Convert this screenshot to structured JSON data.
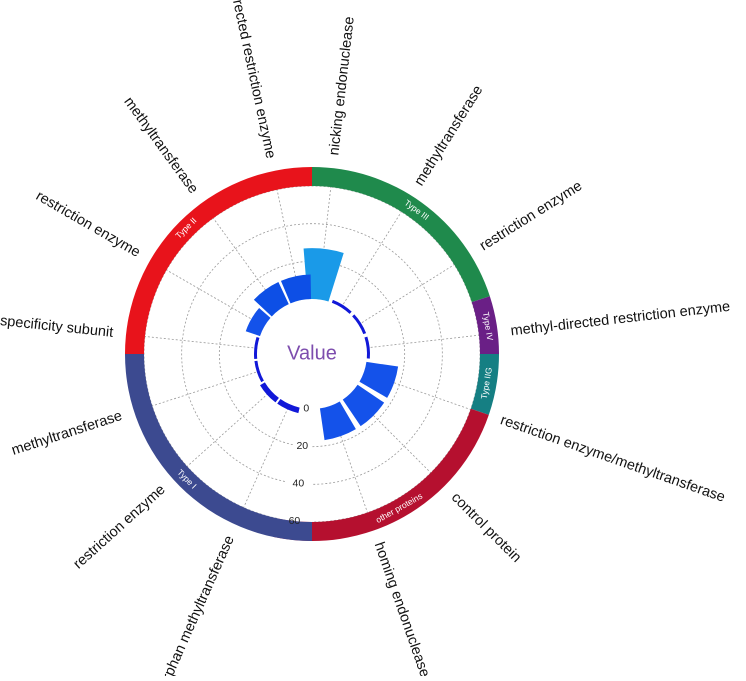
{
  "chart_data": {
    "type": "bar",
    "subtype": "circular-barplot",
    "center_label": "Value",
    "radial_axis": {
      "range": [
        0,
        60
      ],
      "ticks": [
        "0",
        "20",
        "40",
        "60"
      ]
    },
    "grid": true,
    "categories": [
      "nicking endonuclease",
      "methyltransferase",
      "restriction enzyme",
      "methyl-directed restriction enzyme",
      "restriction enzyme/methyltransferase",
      "control protein",
      "homing endonuclease",
      "orphan methyltransferase",
      "restriction enzyme",
      "methyltransferase",
      "specificity subunit",
      "restriction enzyme",
      "methyltransferase",
      "methyl-directed restriction enzyme"
    ],
    "values": [
      27,
      1,
      1,
      1,
      17,
      17,
      17,
      3,
      3,
      1,
      1,
      8,
      13,
      13
    ],
    "bar_colors": [
      "#1a9ae8",
      "#1118d8",
      "#1118d8",
      "#1118d8",
      "#1452ea",
      "#1452ea",
      "#1452ea",
      "#1118d8",
      "#1118d8",
      "#1118d8",
      "#1118d8",
      "#1452ea",
      "#0d4fe6",
      "#0d4fe6"
    ],
    "groups": [
      {
        "name": "Type III",
        "color": "#1f8a4c"
      },
      {
        "name": "Type IV",
        "color": "#6a1f86"
      },
      {
        "name": "Type IIG",
        "color": "#157f83"
      },
      {
        "name": "other proteins",
        "color": "#b5102f"
      },
      {
        "name": "Type I",
        "color": "#3c4a90"
      },
      {
        "name": "Type II",
        "color": "#e8131b"
      }
    ]
  }
}
